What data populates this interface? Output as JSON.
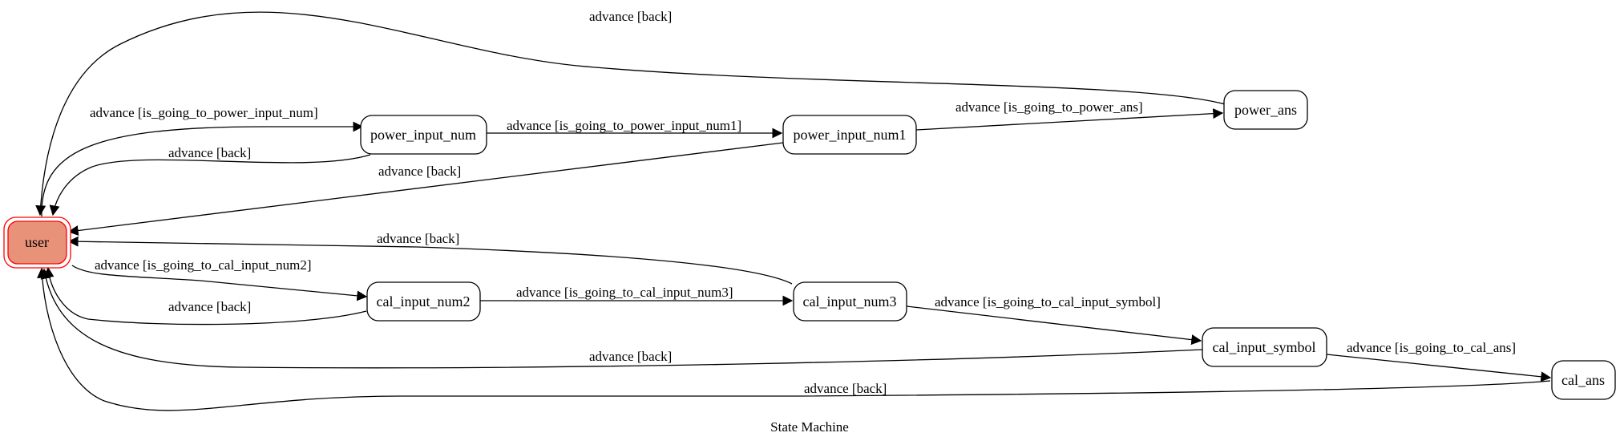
{
  "diagram": {
    "title": "State Machine",
    "initial_fill": "#e8927a",
    "initial_stroke": "#ff0000",
    "line_color": "#000000"
  },
  "nodes": {
    "user": "user",
    "power_input_num": "power_input_num",
    "power_input_num1": "power_input_num1",
    "power_ans": "power_ans",
    "cal_input_num2": "cal_input_num2",
    "cal_input_num3": "cal_input_num3",
    "cal_input_symbol": "cal_input_symbol",
    "cal_ans": "cal_ans"
  },
  "edges": {
    "user_to_power_input_num": "advance [is_going_to_power_input_num]",
    "power_input_num_to_power_input_num1": "advance [is_going_to_power_input_num1]",
    "power_input_num1_to_power_ans": "advance [is_going_to_power_ans]",
    "power_ans_back": "advance [back]",
    "power_input_num_back": "advance [back]",
    "power_input_num1_back": "advance [back]",
    "cal_input_num3_back": "advance [back]",
    "user_to_cal_input_num2": "advance [is_going_to_cal_input_num2]",
    "cal_input_num2_to_cal_input_num3": "advance [is_going_to_cal_input_num3]",
    "cal_input_num3_to_cal_input_symbol": "advance [is_going_to_cal_input_symbol]",
    "cal_input_symbol_to_cal_ans": "advance [is_going_to_cal_ans]",
    "cal_input_num2_back": "advance [back]",
    "cal_input_symbol_back": "advance [back]",
    "cal_ans_back": "advance [back]"
  }
}
